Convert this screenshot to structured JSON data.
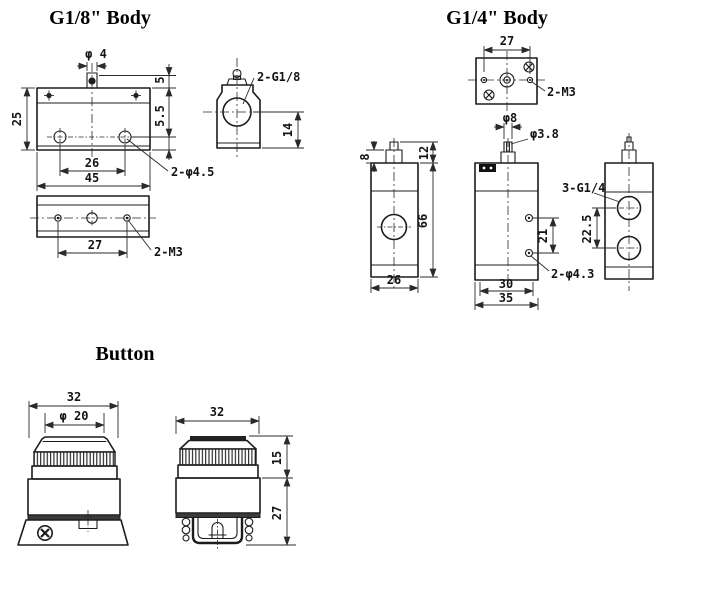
{
  "colors": {
    "line": "#1c1c1c",
    "dim": "#2a2a2a",
    "text": "#141414",
    "background": "#ffffff"
  },
  "g18": {
    "title": "G1/8\" Body",
    "front": {
      "phi4": "φ 4",
      "h5": "5",
      "w25": "25",
      "h5_5": "5.5",
      "w26": "26",
      "w45": "45",
      "holes": "2-φ4.5"
    },
    "bottom": {
      "w27": "27",
      "threads": "2-M3"
    },
    "side": {
      "ports": "2-G1/8",
      "h14": "14"
    }
  },
  "g14": {
    "title": "G1/4\" Body",
    "top": {
      "w27": "27",
      "threads": "2-M3"
    },
    "front": {
      "h8": "8",
      "h12": "12",
      "h66": "66",
      "w26": "26"
    },
    "middle": {
      "phi8": "φ8",
      "phi3_8": "φ3.8",
      "h21": "21",
      "holes": "2-φ4.3",
      "w30": "30",
      "w35": "35"
    },
    "side": {
      "ports": "3-G1/4",
      "h22_5": "22.5"
    }
  },
  "button": {
    "title": "Button",
    "front": {
      "w32": "32",
      "phi20": "φ 20"
    },
    "side": {
      "w32": "32",
      "h15": "15",
      "h27": "27"
    }
  }
}
